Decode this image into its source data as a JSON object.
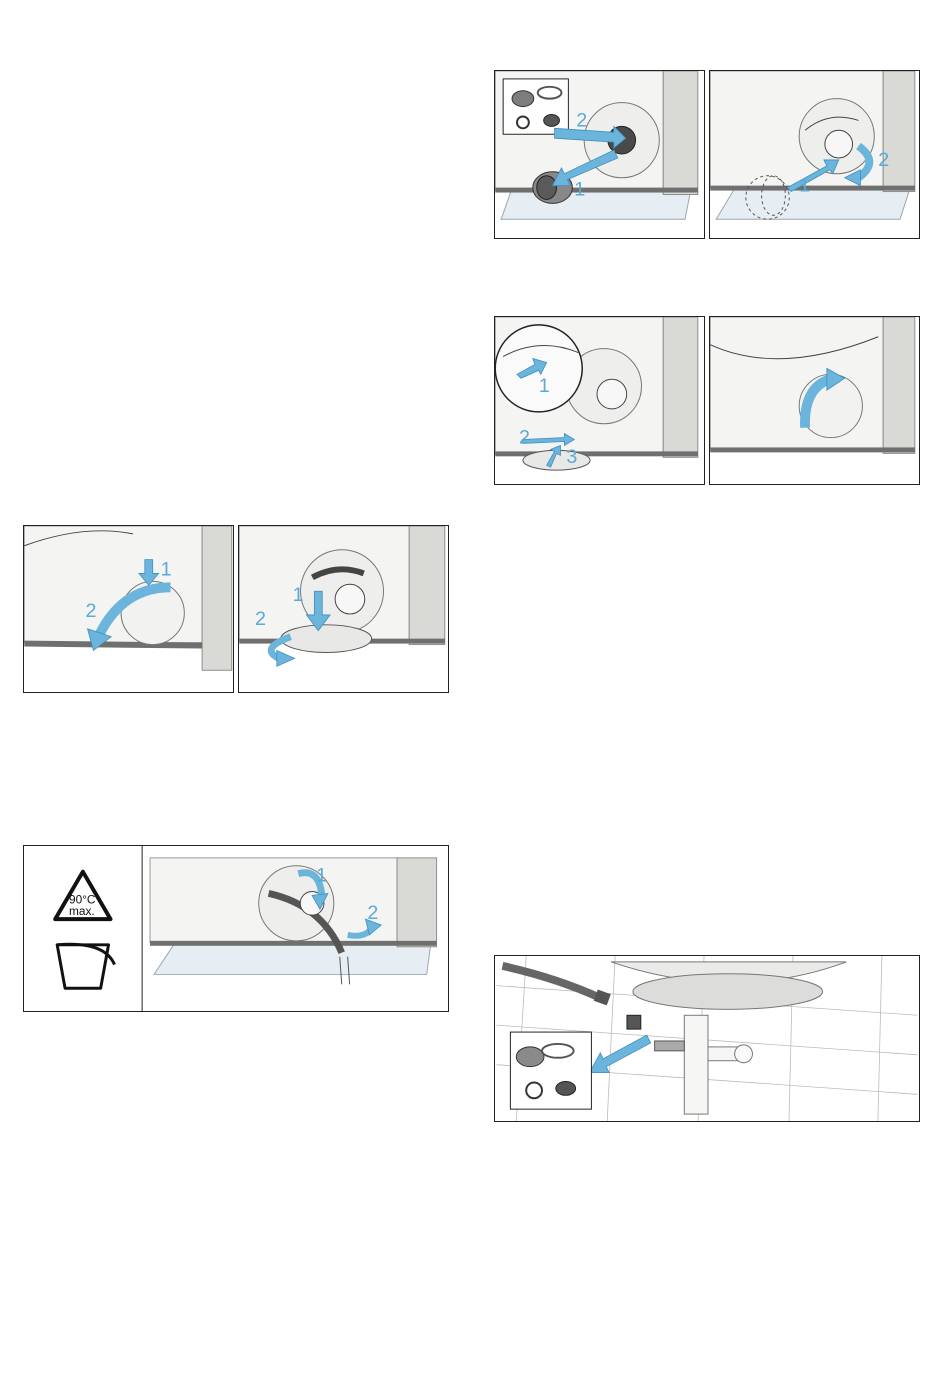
{
  "figures": {
    "pump_cleaning": {
      "step1": "1",
      "step2": "2",
      "step3": "1",
      "step4": "2"
    },
    "pump_reassembly": {
      "step1": "1",
      "step2": "2",
      "step3": "3"
    },
    "open_service_flap": {
      "step1": "1",
      "step2": "2",
      "step3": "1",
      "step4": "2"
    },
    "drain_water": {
      "temp_label_line1": "90°C",
      "temp_label_line2": "max.",
      "step1": "1",
      "step2": "2"
    }
  }
}
